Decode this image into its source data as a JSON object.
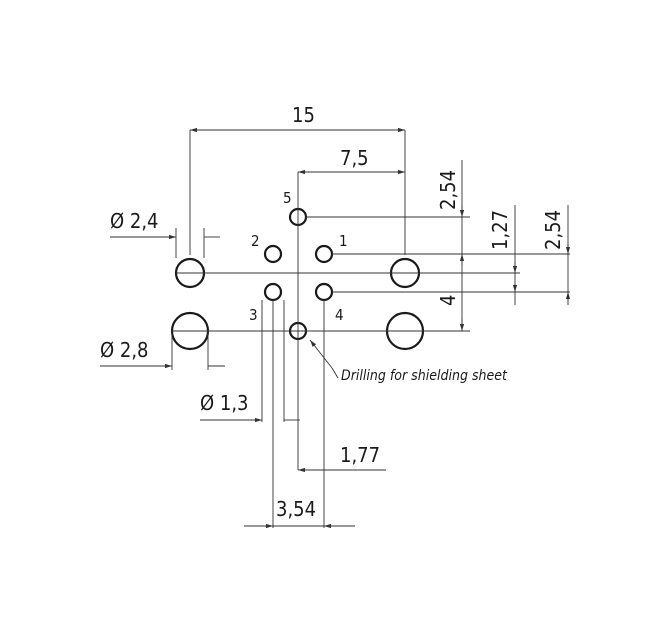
{
  "dimensions": {
    "width_overall": "15",
    "width_half": "7,5",
    "pitch_a": "2,54",
    "pitch_b": "1,27",
    "pitch_c": "2,54",
    "offset_4": "4",
    "dia_2_4": "Ø 2,4",
    "dia_2_8": "Ø 2,8",
    "dia_1_3": "Ø 1,3",
    "spacing_1_77": "1,77",
    "spacing_3_54": "3,54"
  },
  "pins": [
    "1",
    "2",
    "3",
    "4",
    "5"
  ],
  "annotation": "Drilling for shielding sheet"
}
